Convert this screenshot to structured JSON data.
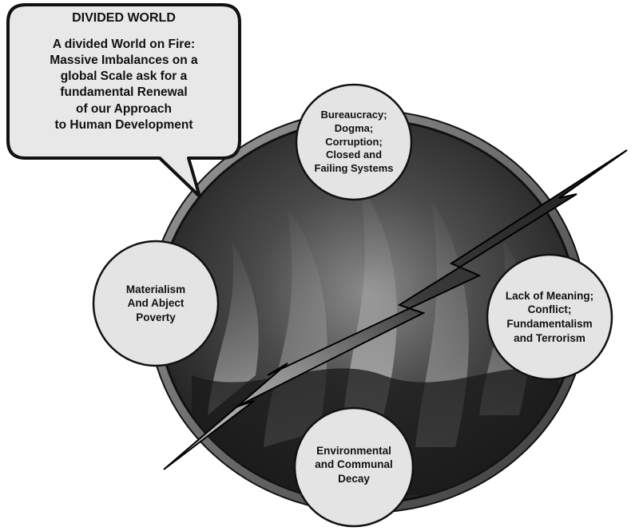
{
  "callout": {
    "title": "DIVIDED WORLD",
    "lines": [
      "A divided World on Fire:",
      "Massive Imbalances on a",
      "global Scale ask for a",
      "fundamental Renewal",
      "of our Approach",
      "to Human Development"
    ]
  },
  "nodes": {
    "top": [
      "Bureaucracy;",
      "Dogma;",
      "Corruption;",
      "Closed and",
      "Failing Systems"
    ],
    "left": [
      "Materialism",
      "And Abject",
      "Poverty"
    ],
    "right": [
      "Lack of Meaning;",
      "Conflict;",
      "Fundamentalism",
      "and Terrorism"
    ],
    "bottom": [
      "Environmental",
      "and Communal",
      "Decay"
    ]
  },
  "colors": {
    "background": "#ffffff",
    "ink": "#111111",
    "node_fill": "#e4e4e4",
    "callout_fill": "#e8e8e8",
    "fire_dark": "#2b2b2b",
    "flame": "#d6d6d6",
    "bolt_dark": "#2a2a2a",
    "bolt_light": "#bdbdbd"
  },
  "icons": [
    "fire-image",
    "lightning-bolt-icon"
  ]
}
